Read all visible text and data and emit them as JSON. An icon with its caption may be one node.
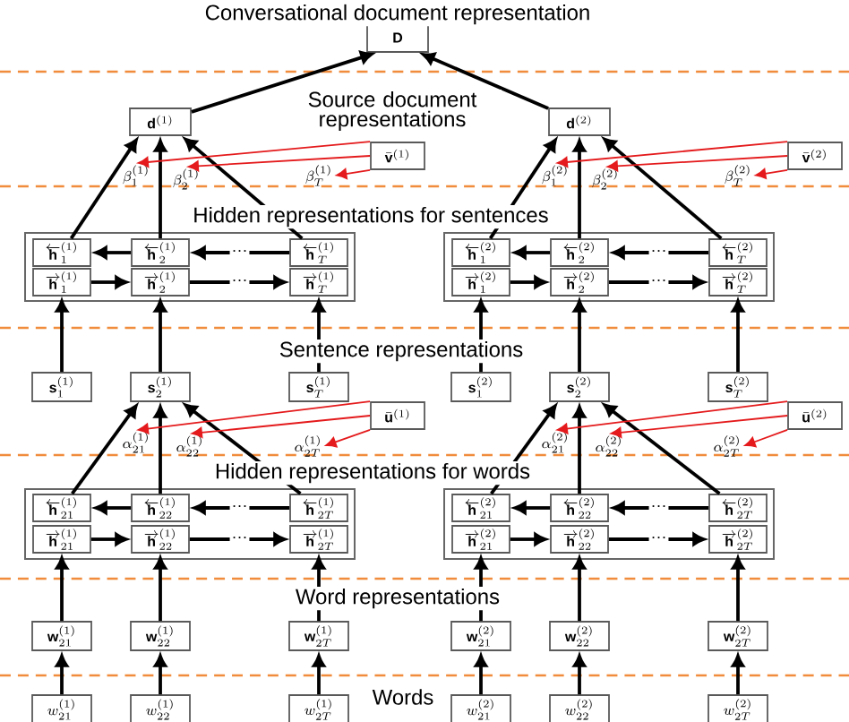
{
  "diagram": {
    "nodes": [
      {
        "text": [
          "\\mathbf{D}"
        ]
      },
      {
        "text": [
          "\\mathbf{d}^{(1)}"
        ]
      },
      {
        "text": [
          "\\mathbf{d}^{(2)}"
        ]
      },
      {
        "text": [
          "\\bar{\\mathbf{v}}^{(1)}"
        ]
      },
      {
        "text": [
          "\\bar{\\mathbf{v}}^{(2)}"
        ]
      },
      {
        "text": [
          "\\beta_{1}^{(1)}"
        ]
      },
      {
        "text": [
          "\\beta_{2}^{(1)}"
        ]
      },
      {
        "text": [
          "\\beta_{T}^{(1)}"
        ]
      },
      {
        "text": [
          "\\beta_{1}^{(2)}"
        ]
      },
      {
        "text": [
          "\\beta_{2}^{(2)}"
        ]
      },
      {
        "text": [
          "\\beta_{T}^{(2)}"
        ]
      },
      {
        "text": [],
        "shape": "box"
      },
      {
        "text": [
          "\\overleftarrow{\\mathbf{h}}_{1}^{(1)}"
        ],
        "in": 11
      },
      {
        "text": [
          "\\overleftarrow{\\mathbf{h}}_{2}^{(1)}"
        ],
        "in": 11
      },
      {
        "text": [
          "\\overleftarrow{\\mathbf{h}}_{T}^{(1)}"
        ],
        "in": 11
      },
      {
        "text": [
          "\\overrightarrow{\\mathbf{h}}_{1}^{(1)}"
        ],
        "in": 11
      },
      {
        "text": [
          "\\overrightarrow{\\mathbf{h}}_{2}^{(1)}"
        ],
        "in": 11
      },
      {
        "text": [
          "\\overrightarrow{\\mathbf{h}}_{T}^{(1)}"
        ],
        "in": 11
      },
      {
        "text": [],
        "shape": "box"
      },
      {
        "text": [
          "\\overleftarrow{\\mathbf{h}}_{1}^{(2)}"
        ],
        "in": 18
      },
      {
        "text": [
          "\\overleftarrow{\\mathbf{h}}_{2}^{(2)}"
        ],
        "in": 18
      },
      {
        "text": [
          "\\overleftarrow{\\mathbf{h}}_{T}^{(2)}"
        ],
        "in": 18
      },
      {
        "text": [
          "\\overrightarrow{\\mathbf{h}}_{1}^{(2)}"
        ],
        "in": 18
      },
      {
        "text": [
          "\\overrightarrow{\\mathbf{h}}_{2}^{(2)}"
        ],
        "in": 18
      },
      {
        "text": [
          "\\overrightarrow{\\mathbf{h}}_{T}^{(2)}"
        ],
        "in": 18
      },
      {
        "text": [
          "\\mathbf{s}_{1}^{(1)}"
        ]
      },
      {
        "text": [
          "\\mathbf{s}_{2}^{(1)}"
        ]
      },
      {
        "text": [
          "\\mathbf{s}_{T}^{(1)}"
        ]
      },
      {
        "text": [
          "\\mathbf{s}_{1}^{(2)}"
        ]
      },
      {
        "text": [
          "\\mathbf{s}_{2}^{(2)}"
        ]
      },
      {
        "text": [
          "\\mathbf{s}_{T}^{(2)}"
        ]
      },
      {
        "text": [
          "\\bar{\\mathbf{u}}^{(1)}"
        ]
      },
      {
        "text": [
          "\\bar{\\mathbf{u}}^{(2)}"
        ]
      },
      {
        "text": [
          "\\alpha_{21}^{(1)}"
        ]
      },
      {
        "text": [
          "\\alpha_{22}^{(1)}"
        ]
      },
      {
        "text": [
          "\\alpha_{2T}^{(1)}"
        ]
      },
      {
        "text": [
          "\\alpha_{21}^{(2)}"
        ]
      },
      {
        "text": [
          "\\alpha_{22}^{(2)}"
        ]
      },
      {
        "text": [
          "\\alpha_{2T}^{(2)}"
        ]
      },
      {
        "text": [],
        "shape": "box"
      },
      {
        "text": [
          "\\overleftarrow{\\mathbf{h}}_{21}^{(1)}"
        ],
        "in": 39
      },
      {
        "text": [
          "\\overleftarrow{\\mathbf{h}}_{22}^{(1)}"
        ],
        "in": 39
      },
      {
        "text": [
          "\\overleftarrow{\\mathbf{h}}_{2T}^{(1)}"
        ],
        "in": 39
      },
      {
        "text": [
          "\\overrightarrow{\\mathbf{h}}_{21}^{(1)}"
        ],
        "in": 39
      },
      {
        "text": [
          "\\overrightarrow{\\mathbf{h}}_{22}^{(1)}"
        ],
        "in": 39
      },
      {
        "text": [
          "\\overrightarrow{\\mathbf{h}}_{2T}^{(1)}"
        ],
        "in": 39
      },
      {
        "text": [],
        "shape": "box"
      },
      {
        "text": [
          "\\overleftarrow{\\mathbf{h}}_{21}^{(2)}"
        ],
        "in": 46
      },
      {
        "text": [
          "\\overleftarrow{\\mathbf{h}}_{22}^{(2)}"
        ],
        "in": 46
      },
      {
        "text": [
          "\\overleftarrow{\\mathbf{h}}_{2T}^{(2)}"
        ],
        "in": 46
      },
      {
        "text": [
          "\\overrightarrow{\\mathbf{h}}_{21}^{(2)}"
        ],
        "in": 46
      },
      {
        "text": [
          "\\overrightarrow{\\mathbf{h}}_{22}^{(2)}"
        ],
        "in": 46
      },
      {
        "text": [
          "\\overrightarrow{\\mathbf{h}}_{2T}^{(2)}"
        ],
        "in": 46
      },
      {
        "text": [
          "\\mathbf{w}_{21}^{(1)}"
        ]
      },
      {
        "text": [
          "\\mathbf{w}_{22}^{(1)}"
        ]
      },
      {
        "text": [
          "\\mathbf{w}_{2T}^{(1)}"
        ]
      },
      {
        "text": [
          "\\mathbf{w}_{21}^{(2)}"
        ]
      },
      {
        "text": [
          "\\mathbf{w}_{22}^{(2)}"
        ]
      },
      {
        "text": [
          "\\mathbf{w}_{2T}^{(2)}"
        ]
      },
      {
        "text": [
          "w_{21}^{(1)}"
        ]
      },
      {
        "text": [
          "w_{22}^{(1)}"
        ]
      },
      {
        "text": [
          "w_{2T}^{(1)}"
        ]
      },
      {
        "text": [
          "w_{21}^{(2)}"
        ]
      },
      {
        "text": [
          "w_{22}^{(2)}"
        ]
      },
      {
        "text": [
          "w_{2T}^{(2)}"
        ]
      }
    ],
    "edges": [
      {
        "from": 1,
        "to": 0,
        "arrow": "to"
      },
      {
        "from": 2,
        "to": 0,
        "arrow": "to"
      },
      {
        "from": 12,
        "to": 1,
        "arrow": "to"
      },
      {
        "from": 13,
        "to": 1,
        "arrow": "to"
      },
      {
        "from": 14,
        "to": 1,
        "arrow": "to"
      },
      {
        "from": 13,
        "to": 12,
        "arrow": "to"
      },
      {
        "from": 14,
        "to": 13,
        "arrow": "to",
        "label": "···"
      },
      {
        "from": 15,
        "to": 16,
        "arrow": "to"
      },
      {
        "from": 16,
        "to": 17,
        "arrow": "to",
        "label": "···"
      },
      {
        "from": 25,
        "to": 15,
        "arrow": "to"
      },
      {
        "from": 26,
        "to": 16,
        "arrow": "to"
      },
      {
        "from": 27,
        "to": 17,
        "arrow": "to"
      },
      {
        "from": 40,
        "to": 26,
        "arrow": "to"
      },
      {
        "from": 41,
        "to": 26,
        "arrow": "to"
      },
      {
        "from": 42,
        "to": 26,
        "arrow": "to"
      },
      {
        "from": 41,
        "to": 40,
        "arrow": "to"
      },
      {
        "from": 42,
        "to": 41,
        "arrow": "to",
        "label": "···"
      },
      {
        "from": 43,
        "to": 44,
        "arrow": "to"
      },
      {
        "from": 44,
        "to": 45,
        "arrow": "to",
        "label": "···"
      },
      {
        "from": 53,
        "to": 43,
        "arrow": "to"
      },
      {
        "from": 54,
        "to": 44,
        "arrow": "to"
      },
      {
        "from": 55,
        "to": 45,
        "arrow": "to"
      },
      {
        "from": 59,
        "to": 53,
        "arrow": "to"
      },
      {
        "from": 60,
        "to": 54,
        "arrow": "to"
      },
      {
        "from": 61,
        "to": 55,
        "arrow": "to"
      },
      {
        "from": 3,
        "to": 5,
        "arrow": "to",
        "color": "#e41a1c"
      },
      {
        "from": 3,
        "to": 6,
        "arrow": "to",
        "color": "#e41a1c"
      },
      {
        "from": 3,
        "to": 7,
        "arrow": "to",
        "color": "#e41a1c"
      },
      {
        "from": 31,
        "to": 33,
        "arrow": "to",
        "color": "#e41a1c"
      },
      {
        "from": 31,
        "to": 34,
        "arrow": "to",
        "color": "#e41a1c"
      },
      {
        "from": 31,
        "to": 35,
        "arrow": "to",
        "color": "#e41a1c"
      },
      {
        "from": 19,
        "to": 2,
        "arrow": "to"
      },
      {
        "from": 20,
        "to": 2,
        "arrow": "to"
      },
      {
        "from": 21,
        "to": 2,
        "arrow": "to"
      },
      {
        "from": 20,
        "to": 19,
        "arrow": "to"
      },
      {
        "from": 21,
        "to": 20,
        "arrow": "to",
        "label": "···"
      },
      {
        "from": 22,
        "to": 23,
        "arrow": "to"
      },
      {
        "from": 23,
        "to": 24,
        "arrow": "to",
        "label": "···"
      },
      {
        "from": 28,
        "to": 22,
        "arrow": "to"
      },
      {
        "from": 29,
        "to": 23,
        "arrow": "to"
      },
      {
        "from": 30,
        "to": 24,
        "arrow": "to"
      },
      {
        "from": 47,
        "to": 29,
        "arrow": "to"
      },
      {
        "from": 48,
        "to": 29,
        "arrow": "to"
      },
      {
        "from": 49,
        "to": 29,
        "arrow": "to"
      },
      {
        "from": 48,
        "to": 47,
        "arrow": "to"
      },
      {
        "from": 49,
        "to": 48,
        "arrow": "to",
        "label": "···"
      },
      {
        "from": 50,
        "to": 51,
        "arrow": "to"
      },
      {
        "from": 51,
        "to": 52,
        "arrow": "to",
        "label": "···"
      },
      {
        "from": 56,
        "to": 50,
        "arrow": "to"
      },
      {
        "from": 57,
        "to": 51,
        "arrow": "to"
      },
      {
        "from": 58,
        "to": 52,
        "arrow": "to"
      },
      {
        "from": 62,
        "to": 56,
        "arrow": "to"
      },
      {
        "from": 63,
        "to": 57,
        "arrow": "to"
      },
      {
        "from": 64,
        "to": 58,
        "arrow": "to"
      },
      {
        "from": 4,
        "to": 8,
        "arrow": "to",
        "color": "#e41a1c"
      },
      {
        "from": 4,
        "to": 9,
        "arrow": "to",
        "color": "#e41a1c"
      },
      {
        "from": 4,
        "to": 10,
        "arrow": "to",
        "color": "#e41a1c"
      },
      {
        "from": 32,
        "to": 36,
        "arrow": "to",
        "color": "#e41a1c"
      },
      {
        "from": 32,
        "to": 37,
        "arrow": "to",
        "color": "#e41a1c"
      },
      {
        "from": 32,
        "to": 38,
        "arrow": "to",
        "color": "#e41a1c"
      }
    ],
    "labels": [
      "Conversational document representation",
      "Source document representations",
      "Hidden representations for sentences",
      "Sentence representations",
      "Hidden representations for words",
      "Word representations",
      "Words"
    ]
  }
}
